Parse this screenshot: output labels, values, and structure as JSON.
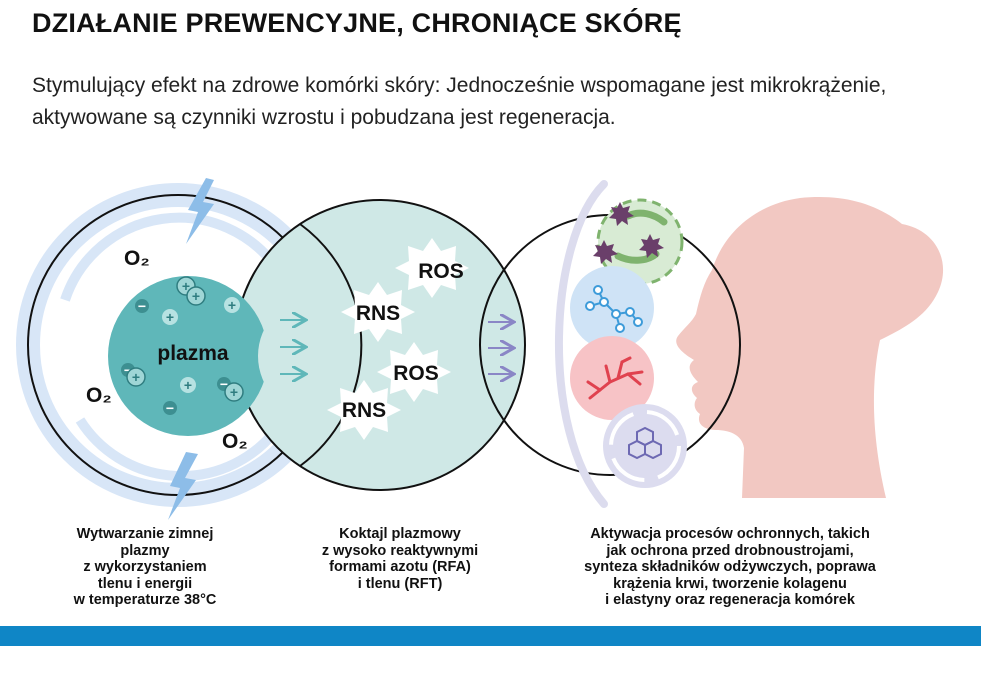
{
  "title": "DZIAŁANIE PREWENCYJNE, CHRONIĄCE SKÓRĘ",
  "subtitle": "Stymulujący efekt na zdrowe komórki skóry: Jednocześnie wspomagane jest mikrokrążenie, aktywowane są czynniki wzrostu i pobudzana jest regeneracja.",
  "labels": {
    "plasma": "plazma",
    "oxygen_1": "O₂",
    "oxygen_2": "O₂",
    "oxygen_3": "O₂",
    "ros_1": "ROS",
    "rns_1": "RNS",
    "ros_2": "ROS",
    "rns_2": "RNS"
  },
  "captions": {
    "left": [
      "Wytwarzanie zimnej",
      "plazmy",
      "z wykorzystaniem",
      "tlenu i energii",
      "w temperaturze 38°C"
    ],
    "middle": [
      "Koktajl plazmowy",
      "z wysoko reaktywnymi",
      "formami azotu (RFA)",
      "i tlenu (RFT)"
    ],
    "right": [
      "Aktywacja procesów ochronnych, takich",
      "jak ochrona przed drobnoustrojami,",
      "synteza składników odżywczych, poprawa",
      "krążenia krwi, tworzenie kolagenu",
      "i elastyny oraz regeneracja komórek"
    ]
  },
  "icons": {
    "lightning": "lightning-bolt-icon",
    "microbes": "microbe-icon",
    "molecule": "molecule-icon",
    "blood_vessel": "blood-vessel-icon",
    "regeneration": "regeneration-cycle-icon",
    "face": "face-profile-icon"
  },
  "colors": {
    "plasma_teal": "#5fb7b9",
    "cocktail_mint": "#cfe8e6",
    "halo_blue": "#d8e6f7",
    "lightning_blue": "#8dbde8",
    "arrow_teal": "#5fb7b9",
    "arrow_violet": "#8a86c6",
    "face_pink": "#f2c8c2",
    "bottom_bar": "#0f86c6"
  }
}
